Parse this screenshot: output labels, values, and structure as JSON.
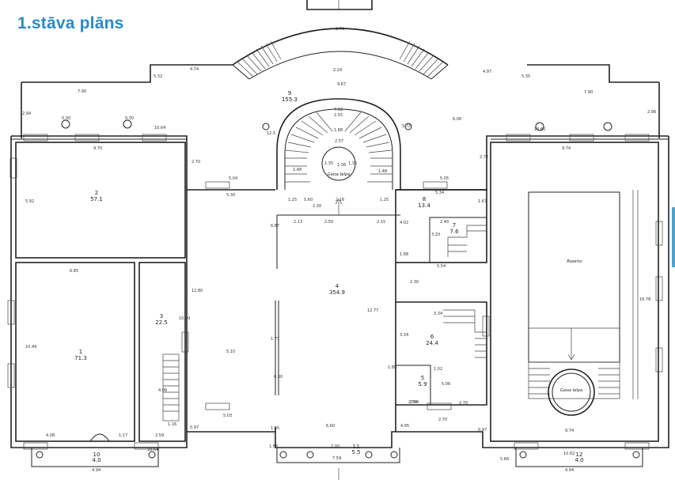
{
  "title": "1.stāva plāns",
  "rooms": [
    {
      "id": "r1",
      "number": "1",
      "area": "71.3"
    },
    {
      "id": "r2",
      "number": "2",
      "area": "57.1"
    },
    {
      "id": "r3",
      "number": "3",
      "area": "22.5"
    },
    {
      "id": "r4",
      "number": "4",
      "area": "354.9"
    },
    {
      "id": "r5",
      "number": "5",
      "area": "5.9"
    },
    {
      "id": "r6",
      "number": "6",
      "area": "24.4"
    },
    {
      "id": "r7",
      "number": "7",
      "area": "7.6"
    },
    {
      "id": "r8",
      "number": "8",
      "area": "13.4"
    },
    {
      "id": "r9",
      "number": "9",
      "area": "155.3"
    },
    {
      "id": "r10",
      "number": "10",
      "area": "4.0"
    },
    {
      "id": "r11",
      "number": "11",
      "area": "5.5"
    },
    {
      "id": "r12",
      "number": "12",
      "area": "4.0"
    }
  ],
  "labels": {
    "gaisa_telpa_1": "Gaisa telpa",
    "gaisa_telpa_2": "Gaisa telpa",
    "baseins": "Baseins"
  },
  "dimensions": [
    "2.70",
    "2.24",
    "9.67",
    "4.74",
    "4.97",
    "5.32",
    "5.35",
    "7.90",
    "7.90",
    "2.94",
    "2.96",
    "0.30",
    "0.30",
    "10.64",
    "10.60",
    "9.70",
    "9.74",
    "2.70",
    "2.72",
    "5.04",
    "5.05",
    "5.30",
    "5.34",
    "5.92",
    "7.02",
    "2.55",
    "1.88",
    "2.57",
    "1.35",
    "1.36",
    "1.35",
    "1.48",
    "1.48",
    "5.72",
    "6.06",
    "12.5",
    "1.25",
    "5.60",
    "2.16",
    "2.30",
    "2.13",
    "2.50",
    "2.15",
    "1.25",
    "6.87",
    "4.02",
    "2.40",
    "1.67",
    "3.20",
    "1.68",
    "5.54",
    "6.85",
    "2.30",
    "12.80",
    "10.49",
    "5.10",
    "1.77",
    "12.77",
    "10.49",
    "3.34",
    "3.34",
    "0.30",
    "1.02",
    "1.88",
    "2.54",
    "2.70",
    "4.06",
    "5.06",
    "1.16",
    "4.08",
    "1.17",
    "2.59",
    "10.64",
    "4.94",
    "5.03",
    "1.65",
    "6.60",
    "7.00",
    "7.59",
    "4.95",
    "1.68",
    "2.54",
    "2.70",
    "0.97",
    "0.97",
    "9.74",
    "10.62",
    "4.94",
    "5.66",
    "16.78"
  ]
}
